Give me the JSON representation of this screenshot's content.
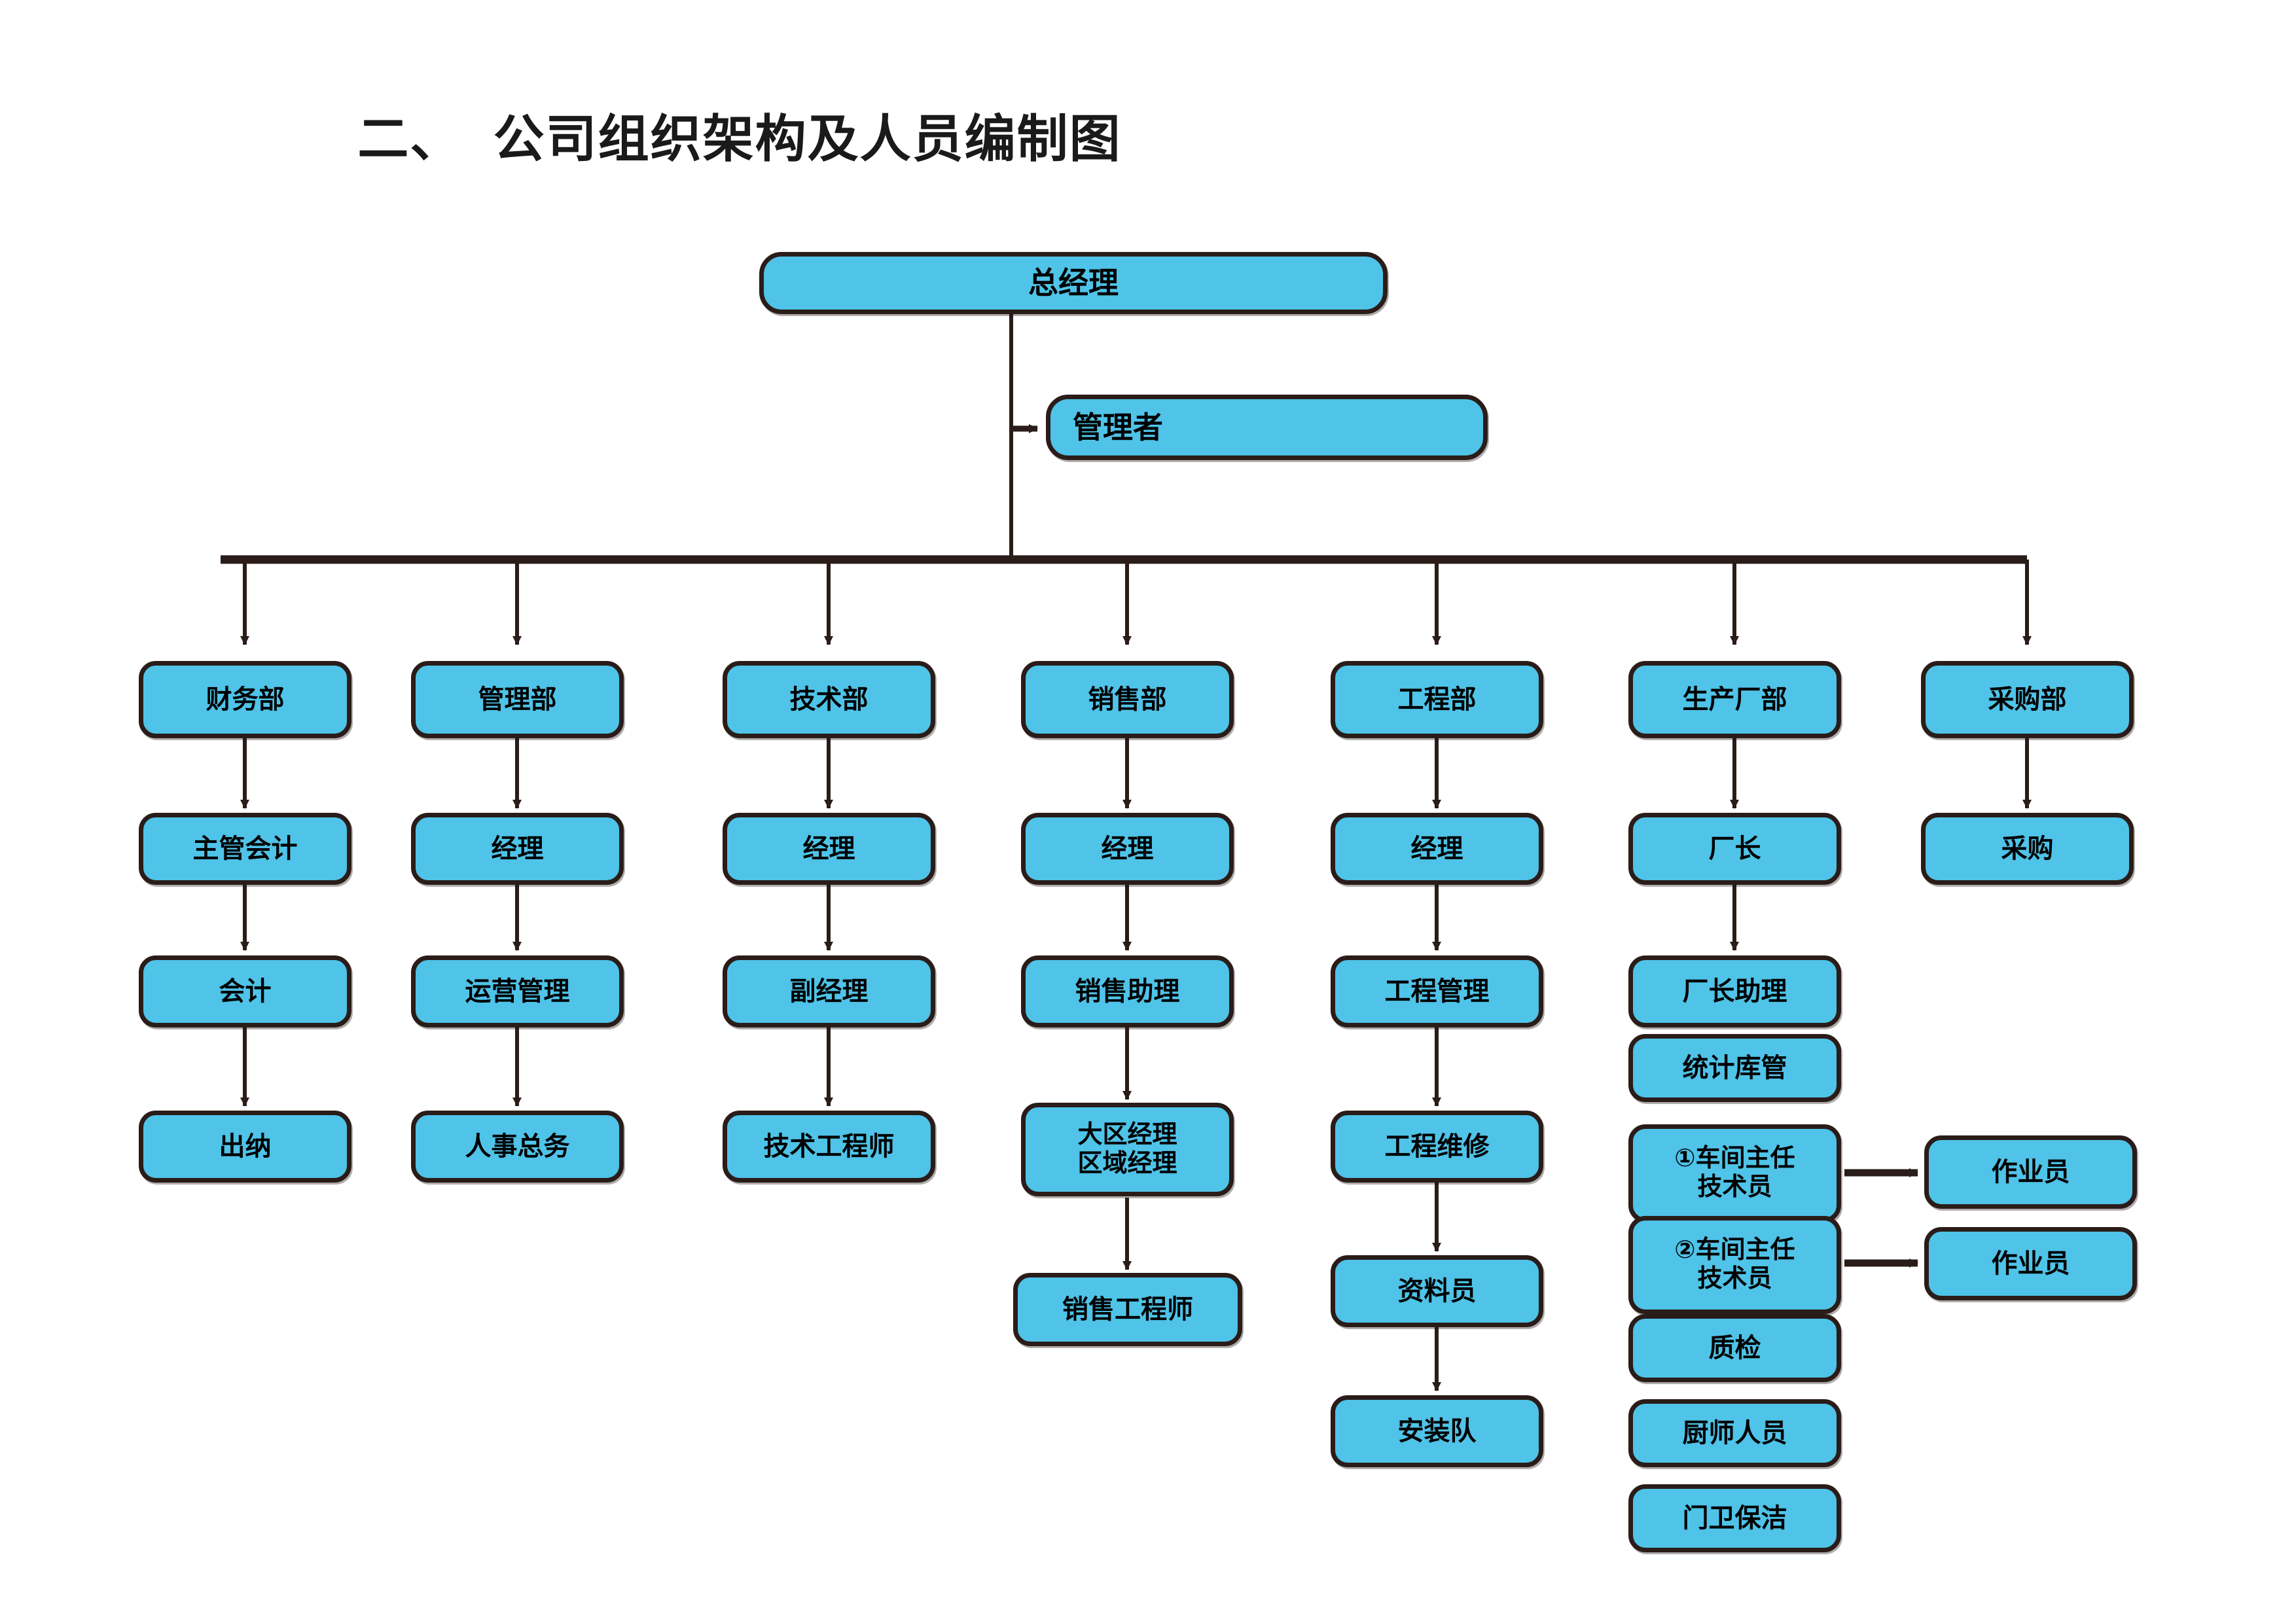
{
  "title": "二、  公司组织架构及人员编制图",
  "colors": {
    "node_fill": "#4FC3E8",
    "node_border": "#2A1C18",
    "connector": "#2A1C18",
    "text": "#000000",
    "background": "#FFFFFF"
  },
  "nodes": {
    "general_manager": "总经理",
    "manager": "管理者",
    "departments": [
      "财务部",
      "管理部",
      "技术部",
      "销售部",
      "工程部",
      "生产厂部",
      "采购部"
    ],
    "finance": {
      "head": "主管会计",
      "level2": "会计",
      "level3": "出纳"
    },
    "admin": {
      "head": "经理",
      "level2": "运营管理",
      "level3": "人事总务"
    },
    "technical": {
      "head": "经理",
      "level2": "副经理",
      "level3": "技术工程师"
    },
    "sales": {
      "head": "经理",
      "level2": "销售助理",
      "level3_line1": "大区经理",
      "level3_line2": "区域经理",
      "level4": "销售工程师"
    },
    "engineering": {
      "head": "经理",
      "level2": "工程管理",
      "level3": "工程维修",
      "level4": "资料员",
      "level5": "安装队"
    },
    "production": {
      "head": "厂长",
      "level2": "厂长助理",
      "level3": "统计库管",
      "workshop1_line1": "①车间主任",
      "workshop1_line2": "技术员",
      "workshop1_target": "作业员",
      "workshop2_line1": "②车间主任",
      "workshop2_line2": "技术员",
      "workshop2_target": "作业员",
      "quality": "质检",
      "kitchen": "厨师人员",
      "security": "门卫保洁"
    },
    "purchasing": {
      "head": "采购"
    }
  },
  "chart_data": {
    "type": "diagram",
    "title": "二、  公司组织架构及人员编制图",
    "root": "总经理",
    "edges": [
      {
        "from": "总经理",
        "to": "管理者"
      },
      {
        "from": "总经理",
        "to": "财务部"
      },
      {
        "from": "总经理",
        "to": "管理部"
      },
      {
        "from": "总经理",
        "to": "技术部"
      },
      {
        "from": "总经理",
        "to": "销售部"
      },
      {
        "from": "总经理",
        "to": "工程部"
      },
      {
        "from": "总经理",
        "to": "生产厂部"
      },
      {
        "from": "总经理",
        "to": "采购部"
      },
      {
        "from": "财务部",
        "to": "主管会计"
      },
      {
        "from": "主管会计",
        "to": "会计"
      },
      {
        "from": "会计",
        "to": "出纳"
      },
      {
        "from": "管理部",
        "to": "经理"
      },
      {
        "from": "经理",
        "to": "运营管理"
      },
      {
        "from": "运营管理",
        "to": "人事总务"
      },
      {
        "from": "技术部",
        "to": "经理"
      },
      {
        "from": "经理",
        "to": "副经理"
      },
      {
        "from": "副经理",
        "to": "技术工程师"
      },
      {
        "from": "销售部",
        "to": "经理"
      },
      {
        "from": "经理",
        "to": "销售助理"
      },
      {
        "from": "销售助理",
        "to": "大区经理 区域经理"
      },
      {
        "from": "大区经理 区域经理",
        "to": "销售工程师"
      },
      {
        "from": "工程部",
        "to": "经理"
      },
      {
        "from": "经理",
        "to": "工程管理"
      },
      {
        "from": "工程管理",
        "to": "工程维修"
      },
      {
        "from": "工程维修",
        "to": "资料员"
      },
      {
        "from": "资料员",
        "to": "安装队"
      },
      {
        "from": "生产厂部",
        "to": "厂长"
      },
      {
        "from": "厂长",
        "to": "厂长助理"
      },
      {
        "from": "①车间主任 技术员",
        "to": "作业员"
      },
      {
        "from": "②车间主任 技术员",
        "to": "作业员"
      },
      {
        "from": "采购部",
        "to": "采购"
      }
    ]
  }
}
